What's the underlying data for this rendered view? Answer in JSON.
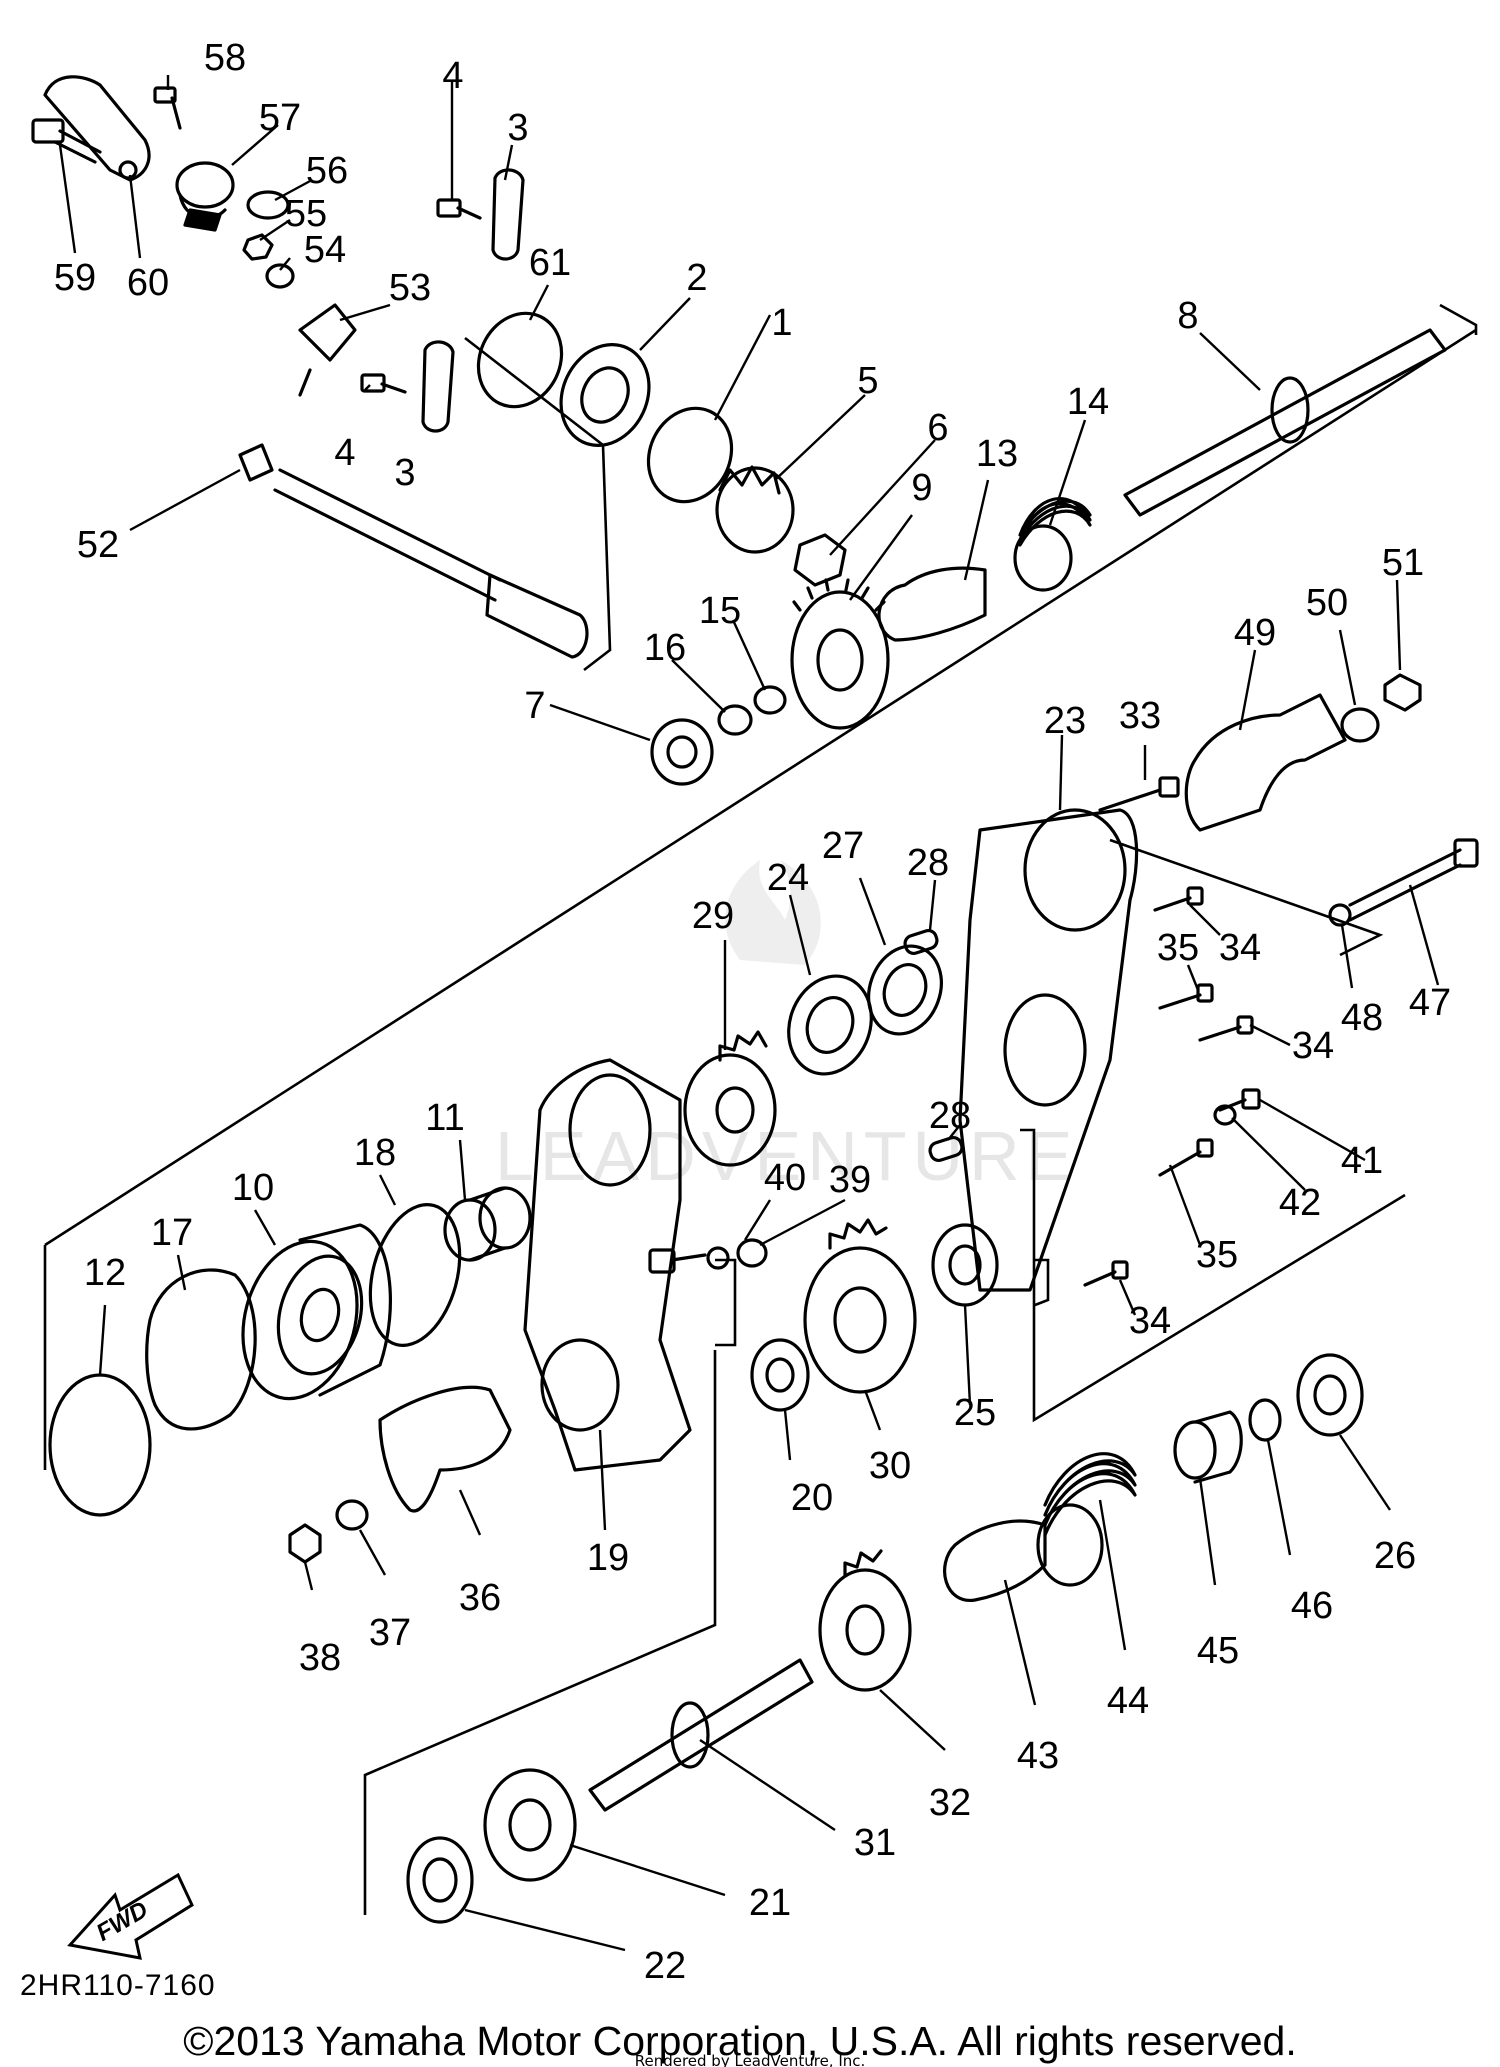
{
  "watermark": "LEADVENTURE",
  "diagram_code": "2HR110-7160",
  "fwd_label": "FWD",
  "copyright": "©2013 Yamaha Motor Corporation, U.S.A. All rights reserved.",
  "render_note": "Rendered by LeadVenture, Inc.",
  "callouts": [
    {
      "id": "c58",
      "label": "58"
    },
    {
      "id": "c57",
      "label": "57"
    },
    {
      "id": "c56",
      "label": "56"
    },
    {
      "id": "c55",
      "label": "55"
    },
    {
      "id": "c54",
      "label": "54"
    },
    {
      "id": "c53",
      "label": "53"
    },
    {
      "id": "c59",
      "label": "59"
    },
    {
      "id": "c60",
      "label": "60"
    },
    {
      "id": "c4a",
      "label": "4"
    },
    {
      "id": "c3a",
      "label": "3"
    },
    {
      "id": "c61",
      "label": "61"
    },
    {
      "id": "c2",
      "label": "2"
    },
    {
      "id": "c1",
      "label": "1"
    },
    {
      "id": "c5",
      "label": "5"
    },
    {
      "id": "c6",
      "label": "6"
    },
    {
      "id": "c8",
      "label": "8"
    },
    {
      "id": "c14",
      "label": "14"
    },
    {
      "id": "c13",
      "label": "13"
    },
    {
      "id": "c9",
      "label": "9"
    },
    {
      "id": "c4b",
      "label": "4"
    },
    {
      "id": "c3b",
      "label": "3"
    },
    {
      "id": "c52",
      "label": "52"
    },
    {
      "id": "c7",
      "label": "7"
    },
    {
      "id": "c16",
      "label": "16"
    },
    {
      "id": "c15",
      "label": "15"
    },
    {
      "id": "c51",
      "label": "51"
    },
    {
      "id": "c50",
      "label": "50"
    },
    {
      "id": "c49",
      "label": "49"
    },
    {
      "id": "c23",
      "label": "23"
    },
    {
      "id": "c33",
      "label": "33"
    },
    {
      "id": "c29",
      "label": "29"
    },
    {
      "id": "c24",
      "label": "24"
    },
    {
      "id": "c27",
      "label": "27"
    },
    {
      "id": "c28a",
      "label": "28"
    },
    {
      "id": "c34a",
      "label": "34"
    },
    {
      "id": "c35a",
      "label": "35"
    },
    {
      "id": "c48",
      "label": "48"
    },
    {
      "id": "c47",
      "label": "47"
    },
    {
      "id": "c34b",
      "label": "34"
    },
    {
      "id": "c11",
      "label": "11"
    },
    {
      "id": "c18",
      "label": "18"
    },
    {
      "id": "c10",
      "label": "10"
    },
    {
      "id": "c17",
      "label": "17"
    },
    {
      "id": "c12",
      "label": "12"
    },
    {
      "id": "c40",
      "label": "40"
    },
    {
      "id": "c39",
      "label": "39"
    },
    {
      "id": "c28b",
      "label": "28"
    },
    {
      "id": "c41",
      "label": "41"
    },
    {
      "id": "c42",
      "label": "42"
    },
    {
      "id": "c35b",
      "label": "35"
    },
    {
      "id": "c34c",
      "label": "34"
    },
    {
      "id": "c25",
      "label": "25"
    },
    {
      "id": "c30",
      "label": "30"
    },
    {
      "id": "c20",
      "label": "20"
    },
    {
      "id": "c19",
      "label": "19"
    },
    {
      "id": "c36",
      "label": "36"
    },
    {
      "id": "c37",
      "label": "37"
    },
    {
      "id": "c38",
      "label": "38"
    },
    {
      "id": "c26",
      "label": "26"
    },
    {
      "id": "c46",
      "label": "46"
    },
    {
      "id": "c45",
      "label": "45"
    },
    {
      "id": "c44",
      "label": "44"
    },
    {
      "id": "c43",
      "label": "43"
    },
    {
      "id": "c32",
      "label": "32"
    },
    {
      "id": "c31",
      "label": "31"
    },
    {
      "id": "c21",
      "label": "21"
    },
    {
      "id": "c22",
      "label": "22"
    }
  ]
}
